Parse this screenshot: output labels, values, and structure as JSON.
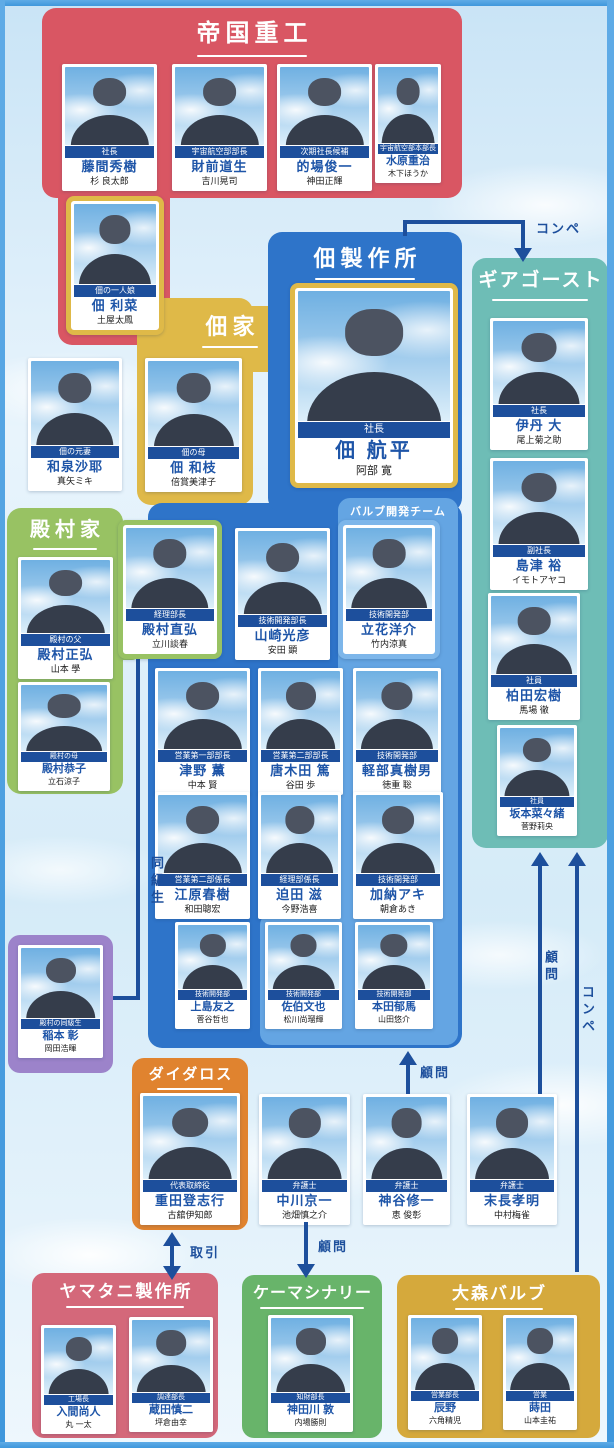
{
  "connectors": {
    "compe_top": "コンペ",
    "advisor_tsukuda": "顧問",
    "advisor_kmachinery": "顧問",
    "advisor_gearghost": "顧問",
    "compe_gearghost": "コンペ",
    "trade": "取引",
    "classmate": "同級生"
  },
  "groups": {
    "teikoku": {
      "title": "帝国重工",
      "members": [
        {
          "role": "社長",
          "name": "藤間秀樹",
          "actor": "杉 良太郎"
        },
        {
          "role": "宇宙航空部部長",
          "name": "財前道生",
          "actor": "吉川晃司"
        },
        {
          "role": "次期社長候補",
          "name": "的場俊一",
          "actor": "神田正輝"
        },
        {
          "role": "宇宙航空部本部長",
          "name": "水原重治",
          "actor": "木下ほうか"
        }
      ]
    },
    "tsukuda_family": {
      "title": "佃家",
      "members": [
        {
          "role": "佃の一人娘",
          "name": "佃 利菜",
          "actor": "土屋太鳳"
        },
        {
          "role": "佃の母",
          "name": "佃 和枝",
          "actor": "倍賞美津子"
        }
      ]
    },
    "izumi": {
      "members": [
        {
          "role": "佃の元妻",
          "name": "和泉沙耶",
          "actor": "真矢ミキ"
        }
      ]
    },
    "tsukuda_co": {
      "title": "佃製作所",
      "valve_team_label": "バルブ開発チーム",
      "president": {
        "role": "社長",
        "name": "佃 航平",
        "actor": "阿部 寛"
      },
      "employees": [
        {
          "role": "経理部長",
          "name": "殿村直弘",
          "actor": "立川談春"
        },
        {
          "role": "技術開発部長",
          "name": "山崎光彦",
          "actor": "安田 顕"
        },
        {
          "role": "技術開発部",
          "name": "立花洋介",
          "actor": "竹内涼真"
        },
        {
          "role": "営業第一部部長",
          "name": "津野 薫",
          "actor": "中本 賢"
        },
        {
          "role": "営業第二部部長",
          "name": "唐木田 篤",
          "actor": "谷田 歩"
        },
        {
          "role": "技術開発部",
          "name": "軽部真樹男",
          "actor": "徳重 聡"
        },
        {
          "role": "営業第二部係長",
          "name": "江原春樹",
          "actor": "和田聰宏"
        },
        {
          "role": "経理部係長",
          "name": "迫田 滋",
          "actor": "今野浩喜"
        },
        {
          "role": "技術開発部",
          "name": "加納アキ",
          "actor": "朝倉あき"
        },
        {
          "role": "技術開発部",
          "name": "上島友之",
          "actor": "菅谷哲也"
        },
        {
          "role": "技術開発部",
          "name": "佐伯文也",
          "actor": "松川尚瑠輝"
        },
        {
          "role": "技術開発部",
          "name": "本田郁馬",
          "actor": "山田悠介"
        }
      ]
    },
    "gear_ghost": {
      "title": "ギアゴースト",
      "members": [
        {
          "role": "社長",
          "name": "伊丹 大",
          "actor": "尾上菊之助"
        },
        {
          "role": "副社長",
          "name": "島津 裕",
          "actor": "イモトアヤコ"
        },
        {
          "role": "社員",
          "name": "柏田宏樹",
          "actor": "馬場 徹"
        },
        {
          "role": "社員",
          "name": "坂本菜々緒",
          "actor": "菅野莉央"
        }
      ]
    },
    "tonomura_family": {
      "title": "殿村家",
      "members": [
        {
          "role": "殿村の父",
          "name": "殿村正弘",
          "actor": "山本 學"
        },
        {
          "role": "殿村の母",
          "name": "殿村恭子",
          "actor": "立石涼子"
        }
      ]
    },
    "classmate_box": {
      "members": [
        {
          "role": "殿村の同級生",
          "name": "稲本 彰",
          "actor": "岡田浩暉"
        }
      ]
    },
    "daidalos": {
      "title": "ダイダロス",
      "members": [
        {
          "role": "代表取締役",
          "name": "重田登志行",
          "actor": "古舘伊知郎"
        }
      ]
    },
    "lawyers": {
      "members": [
        {
          "role": "弁護士",
          "name": "中川京一",
          "actor": "池畑慎之介"
        },
        {
          "role": "弁護士",
          "name": "神谷修一",
          "actor": "恵 俊彰"
        },
        {
          "role": "弁護士",
          "name": "末長孝明",
          "actor": "中村梅雀"
        }
      ]
    },
    "yamatani": {
      "title": "ヤマタニ製作所",
      "members": [
        {
          "role": "工場長",
          "name": "入間尚人",
          "actor": "丸 一太"
        },
        {
          "role": "調達部長",
          "name": "蔵田慎二",
          "actor": "坪倉由幸"
        }
      ]
    },
    "kmachinery": {
      "title": "ケーマシナリー",
      "members": [
        {
          "role": "知財部長",
          "name": "神田川 敦",
          "actor": "内場勝則"
        }
      ]
    },
    "omori": {
      "title": "大森バルブ",
      "members": [
        {
          "role": "営業部長",
          "name": "辰野",
          "actor": "六角精児"
        },
        {
          "role": "営業",
          "name": "蒔田",
          "actor": "山本圭祐"
        }
      ]
    }
  }
}
